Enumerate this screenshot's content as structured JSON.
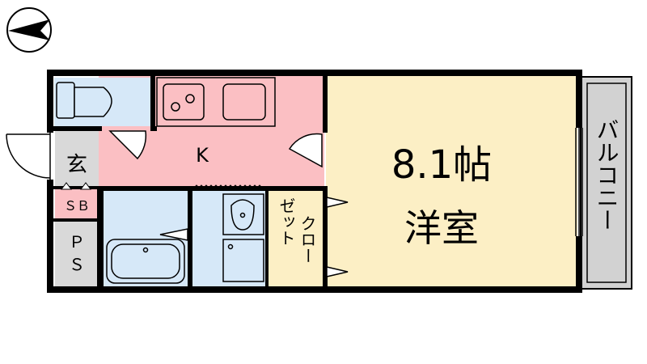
{
  "compass": {
    "icon": "north-arrow-icon",
    "direction": "west"
  },
  "rooms": {
    "western_room": {
      "size": "8.1帖",
      "name": "洋室"
    },
    "kitchen": {
      "label": "K"
    },
    "entrance": {
      "label": "玄"
    },
    "shoe_box": {
      "label": "ＳＢ"
    },
    "pipe_space": {
      "line1": "Ｐ",
      "line2": "Ｓ"
    },
    "balcony": {
      "label": "バルコニー"
    },
    "closet": {
      "col1": "クロー",
      "col2": "ゼット"
    }
  },
  "colors": {
    "western_room": "#fcefc5",
    "kitchen": "#fbbfc3",
    "wet_areas": "#d6e8f8",
    "balcony": "#d2d2d2",
    "walls": "#000000"
  }
}
